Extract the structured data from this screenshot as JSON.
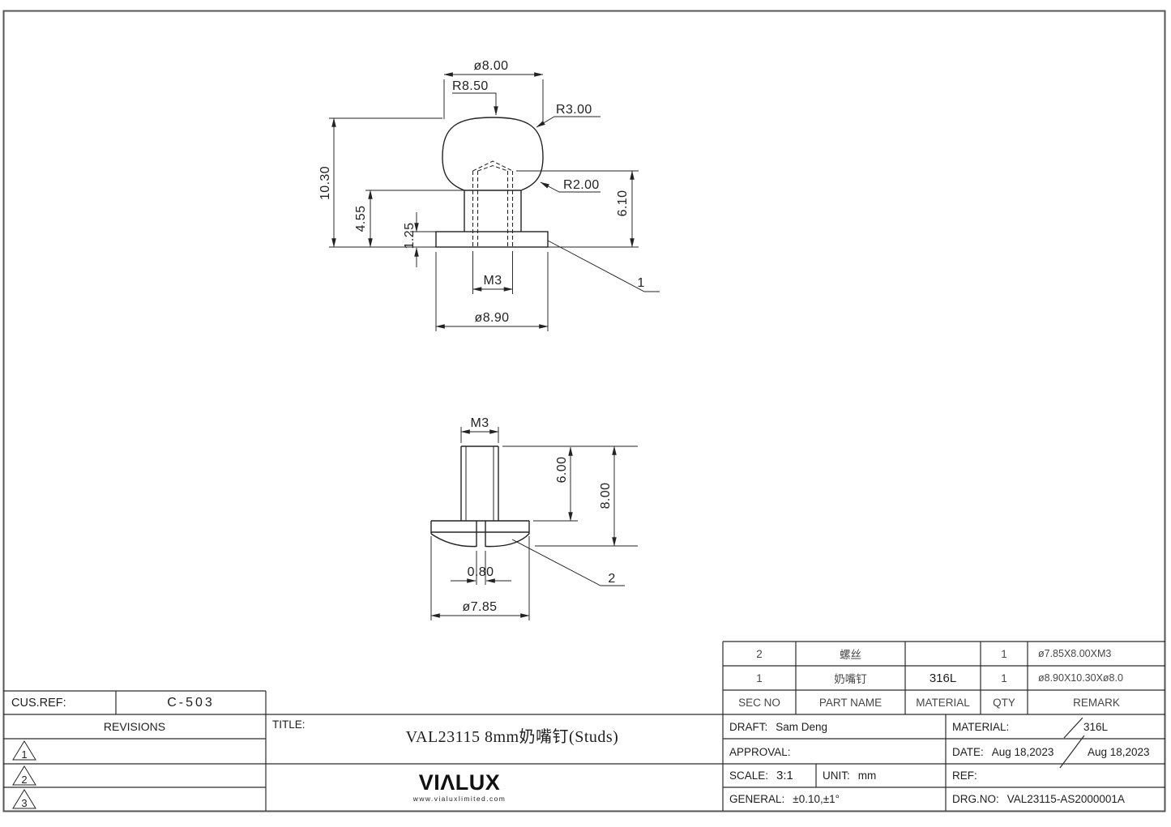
{
  "drawing": {
    "stud_view": {
      "dia_head": "ø8.00",
      "radius_head": "R8.50",
      "radius_top_corner": "R3.00",
      "radius_bottom_corner": "R2.00",
      "height_total": "10.30",
      "height_stem": "4.55",
      "base_thickness": "1.25",
      "hole_depth": "6.10",
      "thread": "M3",
      "dia_base": "ø8.90",
      "callout": "1"
    },
    "screw_view": {
      "thread": "M3",
      "shaft_length": "6.00",
      "length_total": "8.00",
      "slot_width": "0.80",
      "dia_head": "ø7.85",
      "callout": "2"
    }
  },
  "parts_table": {
    "headers": {
      "sec_no": "SEC NO",
      "part_name": "PART NAME",
      "material": "MATERIAL",
      "qty": "QTY",
      "remark": "REMARK"
    },
    "rows": [
      {
        "sec_no": "2",
        "part_name": "螺丝",
        "material": "",
        "qty": "1",
        "remark": "ø7.85X8.00XM3"
      },
      {
        "sec_no": "1",
        "part_name": "奶嘴钉",
        "material": "316L",
        "qty": "1",
        "remark": "ø8.90X10.30Xø8.0"
      }
    ]
  },
  "title_block": {
    "cus_ref_label": "CUS.REF:",
    "cus_ref_value": "C-503",
    "revisions_label": "REVISIONS",
    "revisions": [
      "1",
      "2",
      "3"
    ],
    "title_label": "TITLE:",
    "title_value": "VAL23115  8mm奶嘴钉(Studs)",
    "draft_label": "DRAFT:",
    "draft_value": "Sam Deng",
    "approval_label": "APPROVAL:",
    "scale_label": "SCALE:",
    "scale_value": "3:1",
    "unit_label": "UNIT:",
    "unit_value": "mm",
    "general_label": "GENERAL:",
    "general_value": "±0.10,±1°",
    "material_label": "MATERIAL:",
    "material_value": "316L",
    "date_label": "DATE:",
    "date_value": "Aug 18,2023",
    "date_value2": "Aug 18,2023",
    "ref_label": "REF:",
    "drg_no_label": "DRG.NO:",
    "drg_no_value": "VAL23115-AS2000001A"
  },
  "logo": {
    "name": "VIΛLUX",
    "url": "www.vialuxlimited.com"
  },
  "colors": {
    "line": "#232323",
    "border": "#555555",
    "table_text": "#474747",
    "text": "#1e1e1e"
  }
}
